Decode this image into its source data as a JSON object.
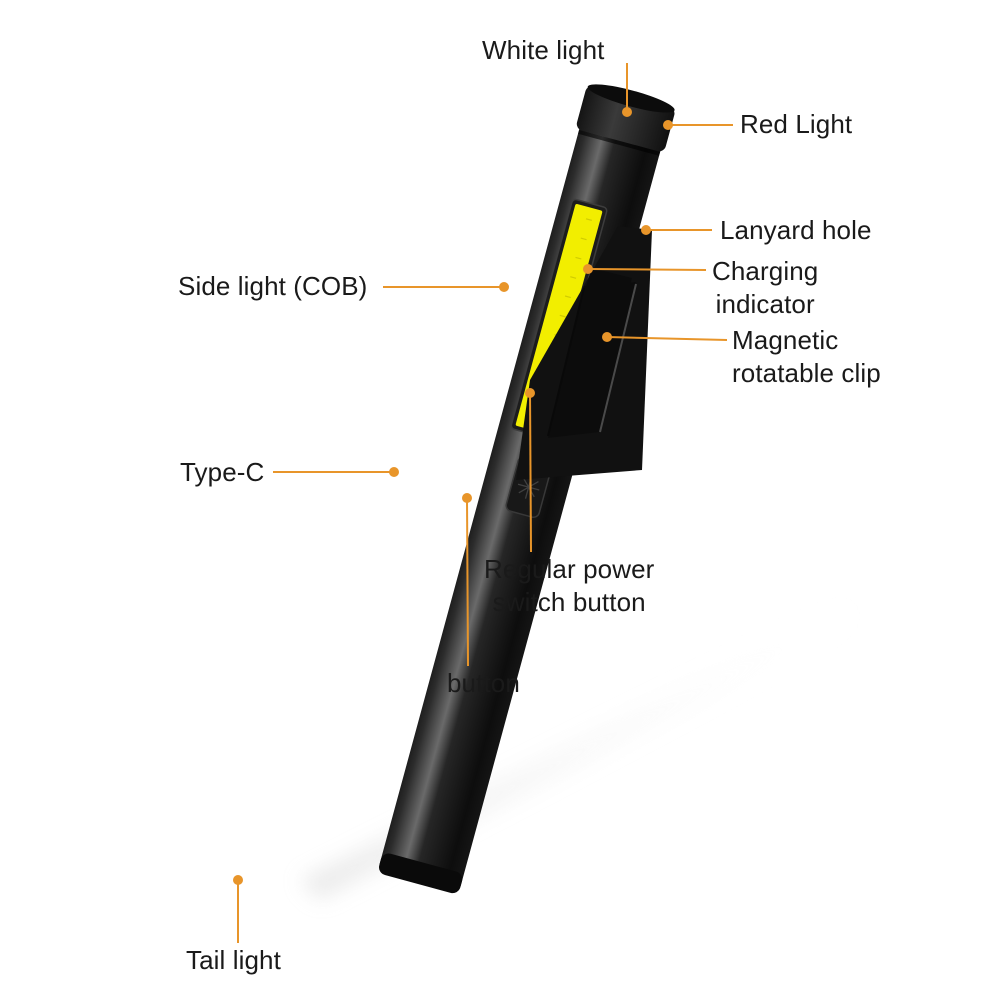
{
  "labels": {
    "white_light": "White light",
    "red_light": "Red Light",
    "lanyard_hole": "Lanyard hole",
    "charging_indicator": "Charging\nindicator",
    "magnetic_clip": "Magnetic\nrotatable clip",
    "side_light": "Side light (COB)",
    "type_c": "Type-C",
    "regular_power_switch": "Regular power\nswitch button",
    "button": "button",
    "tail_light": "Tail light"
  },
  "colors": {
    "callout_line": "#e8952a",
    "callout_dot": "#e8952a",
    "cob_yellow": "#f2ee00",
    "indicator_green": "#22d022",
    "body_black": "#141414"
  },
  "indicator_leds_lit": 5
}
